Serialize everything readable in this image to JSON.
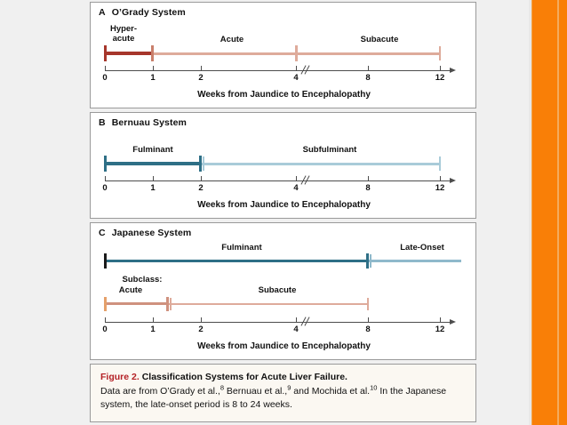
{
  "figure": {
    "caption_number": "Figure 2.",
    "caption_title": "Classification Systems for Acute Liver Failure.",
    "caption_body_1": "Data are from O’Grady et al.,",
    "caption_ref_1": "8",
    "caption_body_2": " Bernuau et al.,",
    "caption_ref_2": "9",
    "caption_body_3": " and Mochida et al.",
    "caption_ref_3": "10",
    "caption_body_4": " In the Japanese system, the late-onset period is 8 to 24 weeks."
  },
  "axis": {
    "title": "Weeks from Jaundice to Encephalopathy",
    "ticks": [
      "0",
      "1",
      "2",
      "4",
      "8",
      "12"
    ],
    "break_symbol": "//"
  },
  "colors": {
    "dark_red": "#a6362b",
    "light_red": "#deab9b",
    "mid_red": "#cf917e",
    "orange_cap": "#e5a06a",
    "dark_teal": "#2e6f86",
    "light_teal": "#a9cbd9",
    "axis": "#4d4d4d",
    "accent_orange": "#f97f07",
    "caption_red": "#b42025"
  },
  "panels": [
    {
      "letter": "A",
      "title": "O’Grady System",
      "segments": [
        {
          "label": "Hyper-\nacute",
          "label_line1": "Hyper-",
          "label_line2": "acute",
          "start_week": 0,
          "end_week": 1,
          "color": "#a6362b"
        },
        {
          "label": "Acute",
          "start_week": 1,
          "end_week": 4,
          "color": "#deab9b"
        },
        {
          "label": "Subacute",
          "start_week": 4,
          "end_week": 12,
          "color": "#deab9b"
        }
      ]
    },
    {
      "letter": "B",
      "title": "Bernuau System",
      "segments": [
        {
          "label": "Fulminant",
          "start_week": 0,
          "end_week": 2,
          "color": "#2e6f86"
        },
        {
          "label": "Subfulminant",
          "start_week": 2,
          "end_week": 12,
          "color": "#a9cbd9"
        }
      ]
    },
    {
      "letter": "C",
      "title": "Japanese System",
      "subclass_label": "Subclass:",
      "segments": [
        {
          "label": "Fulminant",
          "start_week": 0,
          "end_week": 8,
          "color": "#2e6f86"
        },
        {
          "label": "Late-Onset",
          "start_week": 8,
          "end_week": 13,
          "color": "#a9cbd9"
        },
        {
          "label": "Acute",
          "start_week": 0,
          "end_week": 1.3,
          "color": "#cf917e"
        },
        {
          "label": "Subacute",
          "start_week": 1.3,
          "end_week": 8,
          "color": "#deab9b"
        }
      ]
    }
  ],
  "chart_data": {
    "type": "bar",
    "title": "Classification Systems for Acute Liver Failure",
    "xlabel": "Weeks from Jaundice to Encephalopathy",
    "ylabel": "",
    "xlim": [
      0,
      13
    ],
    "tick_values": [
      0,
      1,
      2,
      4,
      8,
      12
    ],
    "axis_break_between": [
      4,
      8
    ],
    "grid": false,
    "legend": "none",
    "series": [
      {
        "name": "O’Grady: Hyperacute",
        "panel": "A",
        "start": 0,
        "end": 1
      },
      {
        "name": "O’Grady: Acute",
        "panel": "A",
        "start": 1,
        "end": 4
      },
      {
        "name": "O’Grady: Subacute",
        "panel": "A",
        "start": 4,
        "end": 12
      },
      {
        "name": "Bernuau: Fulminant",
        "panel": "B",
        "start": 0,
        "end": 2
      },
      {
        "name": "Bernuau: Subfulminant",
        "panel": "B",
        "start": 2,
        "end": 12
      },
      {
        "name": "Japanese: Fulminant",
        "panel": "C",
        "start": 0,
        "end": 8
      },
      {
        "name": "Japanese: Late-Onset",
        "panel": "C",
        "start": 8,
        "end": 24
      },
      {
        "name": "Japanese subclass: Acute",
        "panel": "C",
        "start": 0,
        "end": 1.3
      },
      {
        "name": "Japanese subclass: Subacute",
        "panel": "C",
        "start": 1.3,
        "end": 8
      }
    ]
  }
}
